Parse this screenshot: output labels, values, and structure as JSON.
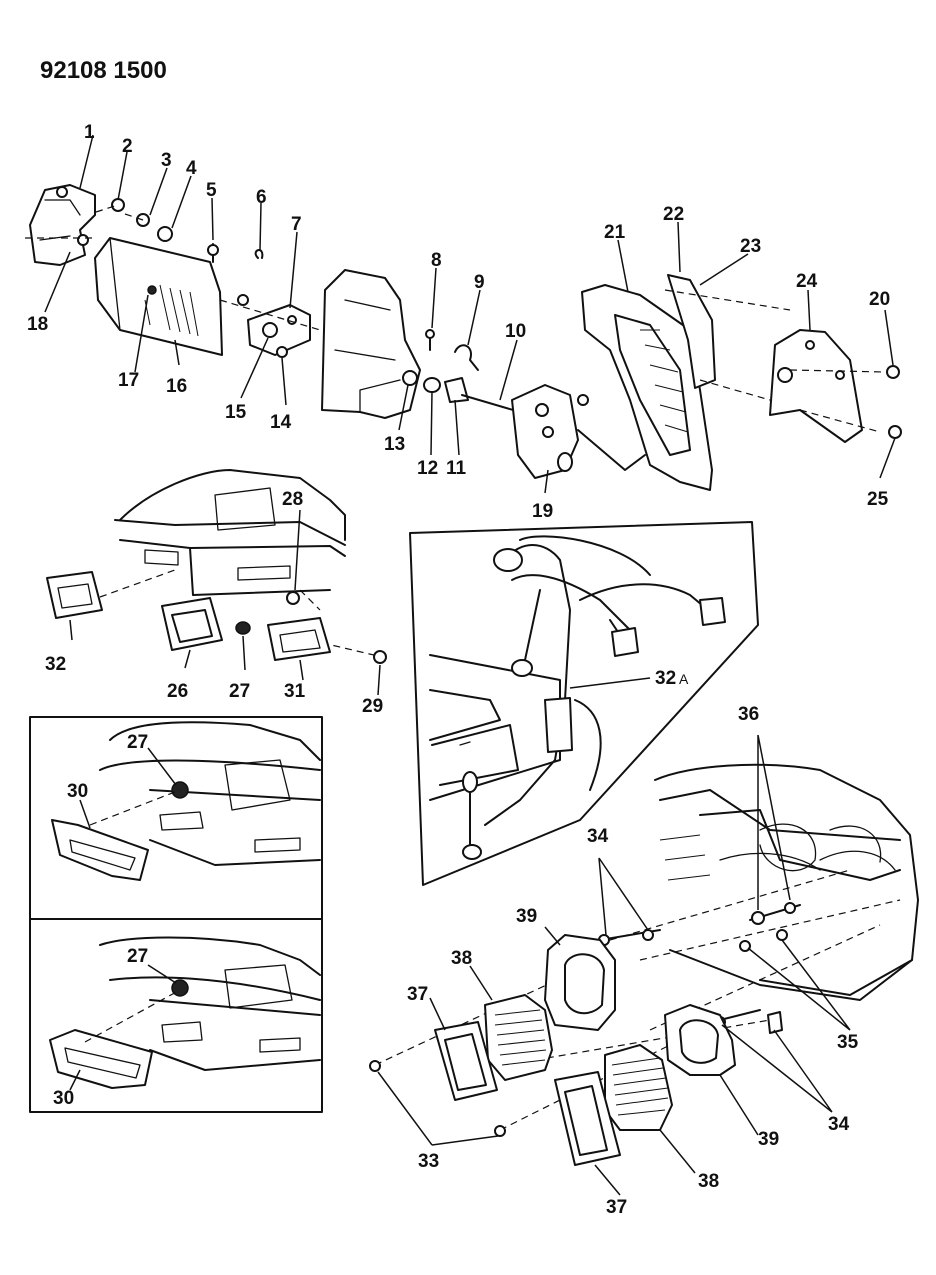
{
  "diagram": {
    "title": "92108 1500",
    "callouts": {
      "c1": "1",
      "c2": "2",
      "c3": "3",
      "c4": "4",
      "c5": "5",
      "c6": "6",
      "c7": "7",
      "c8": "8",
      "c9": "9",
      "c10": "10",
      "c11": "11",
      "c12": "12",
      "c13": "13",
      "c14": "14",
      "c15": "15",
      "c16": "16",
      "c17": "17",
      "c18": "18",
      "c19": "19",
      "c20": "20",
      "c21": "21",
      "c22": "22",
      "c23": "23",
      "c24": "24",
      "c25": "25",
      "c26": "26",
      "c27a": "27",
      "c27b": "27",
      "c27c": "27",
      "c28": "28",
      "c29": "29",
      "c30a": "30",
      "c30b": "30",
      "c31": "31",
      "c32": "32",
      "c32a": "32",
      "c32a_suffix": "A",
      "c33": "33",
      "c34a": "34",
      "c34b": "34",
      "c35": "35",
      "c36": "36",
      "c37a": "37",
      "c37b": "37",
      "c38a": "38",
      "c38b": "38",
      "c39a": "39",
      "c39b": "39"
    }
  }
}
